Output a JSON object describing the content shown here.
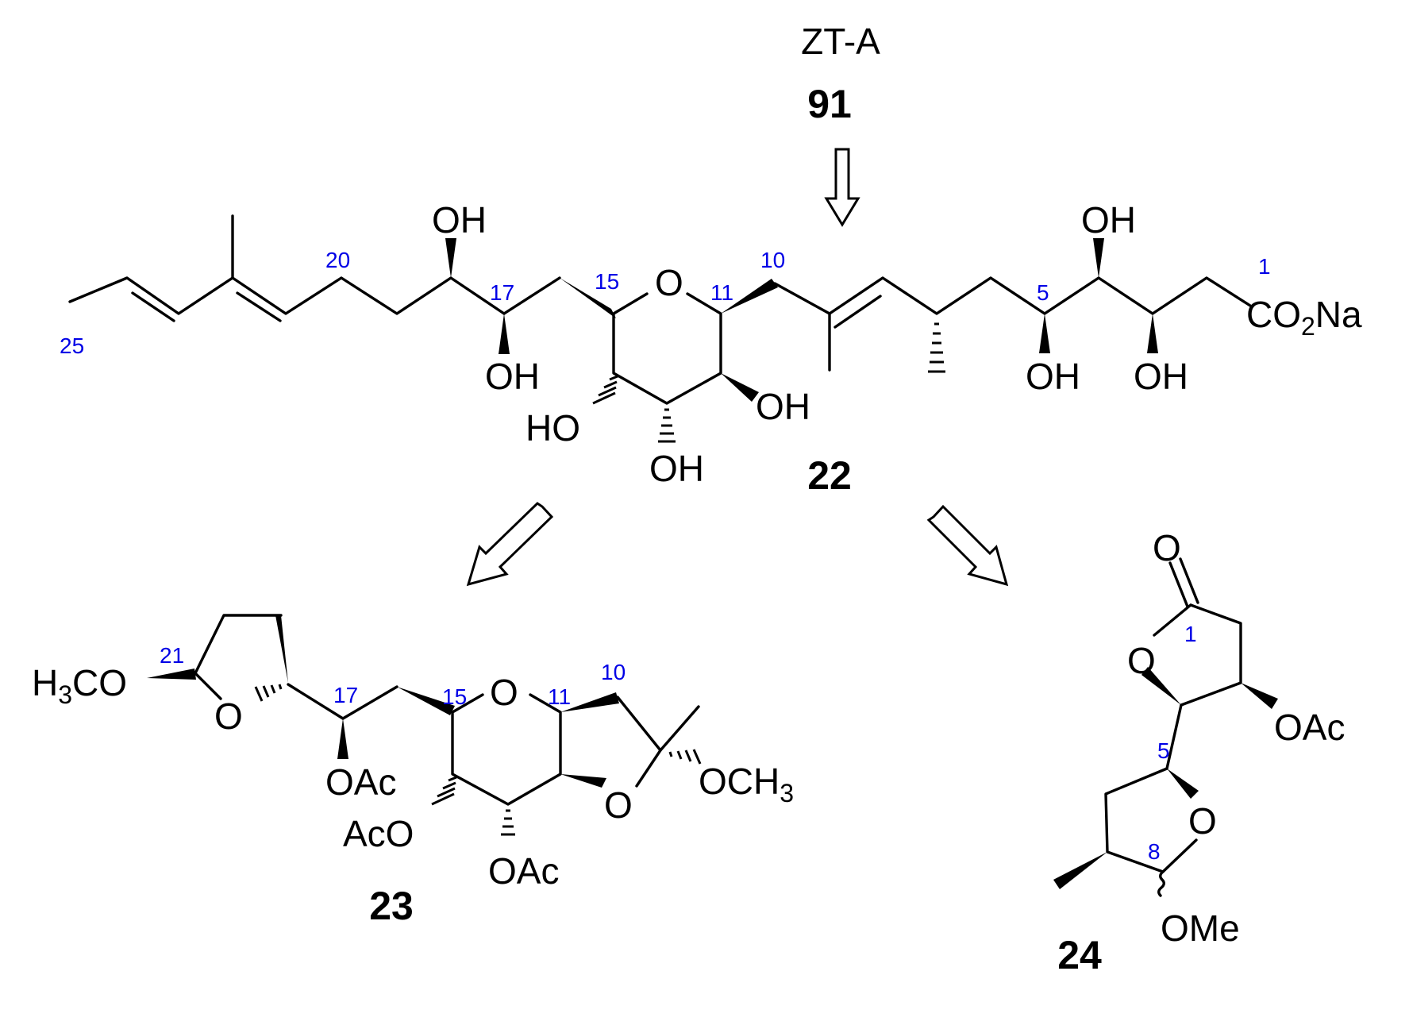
{
  "title": "ZT-A",
  "compounds": {
    "zta": "91",
    "main": "22",
    "left": "23",
    "right": "24"
  },
  "numbering": {
    "c22": [
      "25",
      "20",
      "17",
      "15",
      "11",
      "10",
      "5",
      "1"
    ],
    "c23": [
      "21",
      "17",
      "15",
      "11",
      "10"
    ],
    "c24": [
      "1",
      "5",
      "8"
    ]
  },
  "groups": {
    "c22": {
      "oh_c18": "OH",
      "oh_c17": "OH",
      "ring_o": "O",
      "oh_c12": "OH",
      "oh_c13": "OH",
      "oh_c14": "HO",
      "oh_c5": "OH",
      "oh_c4": "OH",
      "oh_c3": "OH",
      "carboxylate": [
        "CO",
        "2",
        "Na"
      ]
    },
    "c23": {
      "methoxy": [
        "H",
        "3",
        "CO"
      ],
      "thf_o": "O",
      "oac_17": "OAc",
      "pyran_o": "O",
      "furan_o": "O",
      "och3": [
        "OCH",
        "3"
      ],
      "oac_14": "AcO",
      "oac_13": "OAc"
    },
    "c24": {
      "carbonyl_o": "O",
      "lactone_o": "O",
      "oac": "OAc",
      "thf_o": "O",
      "ome": "OMe"
    }
  }
}
